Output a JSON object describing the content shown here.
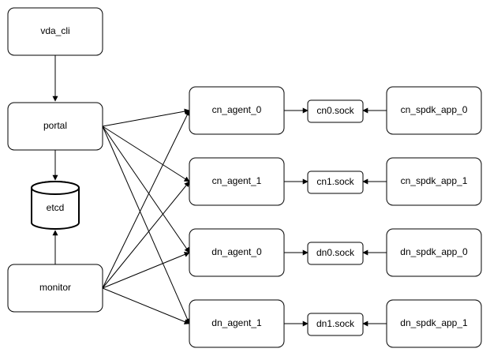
{
  "diagram": {
    "colors": {
      "stroke": "#000000",
      "fill": "#ffffff",
      "text": "#000000"
    },
    "nodes": [
      {
        "id": "vda_cli",
        "label": "vda_cli",
        "shape": "rounded-box"
      },
      {
        "id": "portal",
        "label": "portal",
        "shape": "rounded-box"
      },
      {
        "id": "etcd",
        "label": "etcd",
        "shape": "database-cylinder"
      },
      {
        "id": "monitor",
        "label": "monitor",
        "shape": "rounded-box"
      },
      {
        "id": "cn_agent_0",
        "label": "cn_agent_0",
        "shape": "rounded-box"
      },
      {
        "id": "cn_agent_1",
        "label": "cn_agent_1",
        "shape": "rounded-box"
      },
      {
        "id": "dn_agent_0",
        "label": "dn_agent_0",
        "shape": "rounded-box"
      },
      {
        "id": "dn_agent_1",
        "label": "dn_agent_1",
        "shape": "rounded-box"
      },
      {
        "id": "cn0_sock",
        "label": "cn0.sock",
        "shape": "rounded-box"
      },
      {
        "id": "cn1_sock",
        "label": "cn1.sock",
        "shape": "rounded-box"
      },
      {
        "id": "dn0_sock",
        "label": "dn0.sock",
        "shape": "rounded-box"
      },
      {
        "id": "dn1_sock",
        "label": "dn1.sock",
        "shape": "rounded-box"
      },
      {
        "id": "cn_spdk_app_0",
        "label": "cn_spdk_app_0",
        "shape": "rounded-box"
      },
      {
        "id": "cn_spdk_app_1",
        "label": "cn_spdk_app_1",
        "shape": "rounded-box"
      },
      {
        "id": "dn_spdk_app_0",
        "label": "dn_spdk_app_0",
        "shape": "rounded-box"
      },
      {
        "id": "dn_spdk_app_1",
        "label": "dn_spdk_app_1",
        "shape": "rounded-box"
      }
    ],
    "edges": [
      {
        "from": "vda_cli",
        "to": "portal"
      },
      {
        "from": "portal",
        "to": "etcd"
      },
      {
        "from": "monitor",
        "to": "etcd"
      },
      {
        "from": "portal",
        "to": "cn_agent_0"
      },
      {
        "from": "portal",
        "to": "cn_agent_1"
      },
      {
        "from": "portal",
        "to": "dn_agent_0"
      },
      {
        "from": "portal",
        "to": "dn_agent_1"
      },
      {
        "from": "monitor",
        "to": "cn_agent_0"
      },
      {
        "from": "monitor",
        "to": "cn_agent_1"
      },
      {
        "from": "monitor",
        "to": "dn_agent_0"
      },
      {
        "from": "monitor",
        "to": "dn_agent_1"
      },
      {
        "from": "cn_agent_0",
        "to": "cn0_sock"
      },
      {
        "from": "cn_agent_1",
        "to": "cn1_sock"
      },
      {
        "from": "dn_agent_0",
        "to": "dn0_sock"
      },
      {
        "from": "dn_agent_1",
        "to": "dn1_sock"
      },
      {
        "from": "cn_spdk_app_0",
        "to": "cn0_sock"
      },
      {
        "from": "cn_spdk_app_1",
        "to": "cn1_sock"
      },
      {
        "from": "dn_spdk_app_0",
        "to": "dn0_sock"
      },
      {
        "from": "dn_spdk_app_1",
        "to": "dn1_sock"
      }
    ]
  }
}
